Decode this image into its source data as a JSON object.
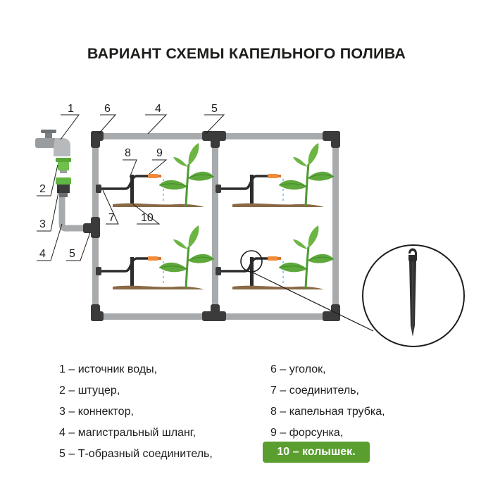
{
  "title": "ВАРИАНТ СХЕМЫ КАПЕЛЬНОГО ПОЛИВА",
  "callouts": [
    "1",
    "2",
    "3",
    "4",
    "5",
    "6",
    "4",
    "5",
    "8",
    "9",
    "7",
    "10"
  ],
  "legend": {
    "left": [
      "1 – источник воды,",
      "2 – штуцер,",
      "3 – коннектор,",
      "4 – магистральный шланг,",
      "5 – Т-образный соединитель,"
    ],
    "right": [
      "6 – уголок,",
      "7 – соединитель,",
      "8 – капельная трубка,",
      "9 – форсунка,"
    ],
    "highlight": "10 – колышек."
  },
  "colors": {
    "pipe": "#a8abad",
    "connector": "#3b3b3b",
    "leaf": "#5fa83b",
    "leaf_dark": "#3f8a2a",
    "soil": "#8a6a46",
    "nozzle": "#f08c3c",
    "faucet": "#9a9da0",
    "fitting_green": "#63b543",
    "highlight_bg": "#5a9e2f"
  },
  "icons": [
    "faucet-icon",
    "plant-icon",
    "stake-icon",
    "magnifier-circle-icon"
  ]
}
